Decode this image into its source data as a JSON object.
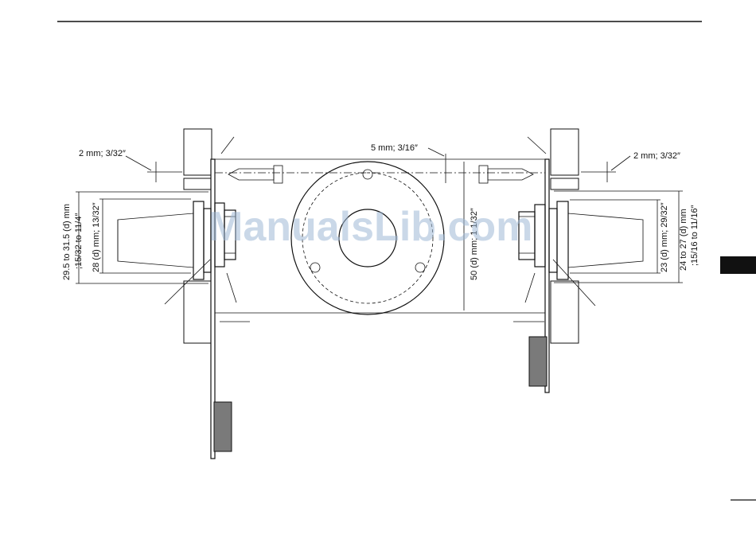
{
  "labels": {
    "left_gap": "2 mm; 3/32″",
    "center_gap": "5 mm; 3/16″",
    "right_gap": "2 mm; 3/32″",
    "left_outer_dim_1": "29.5 to 31.5 (d) mm",
    "left_outer_dim_2": ";15/32 to 11/4″",
    "left_inner_dim": "28 (d) mm; 13/32″",
    "center_dim": "50 (d) mm; 1 1/32″",
    "right_inner_dim": "23 (d) mm; 29/32″",
    "right_outer_dim_1": "24 to 27 (d) mm",
    "right_outer_dim_2": ";15/16 to 11/16″"
  },
  "watermark": "ManualsLib.com",
  "tab_color": "#111111"
}
